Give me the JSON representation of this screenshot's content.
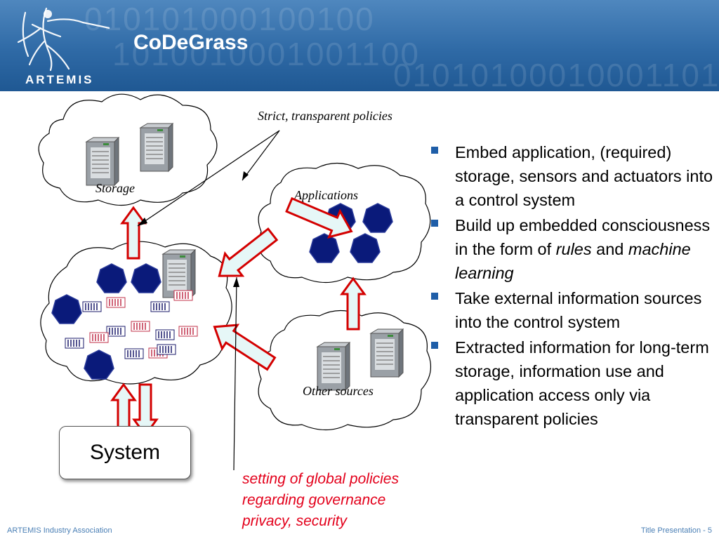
{
  "header": {
    "title": "CoDeGrass",
    "logo_text": "ARTEMIS",
    "bg_color": "#2f6aa6"
  },
  "diagram": {
    "clouds": {
      "storage_label": "Storage",
      "applications_label": "Applications",
      "other_sources_label": "Other sources"
    },
    "policies_caption": "Strict, transparent policies",
    "system_label": "System",
    "global_policies_note": "setting of global policies regarding governance privacy, security",
    "arrow_color": "#d40000",
    "hexagon_color": "#0a1a7a"
  },
  "bullets": [
    {
      "text": "Embed application, (required) storage, sensors and actuators into a control system"
    },
    {
      "text_before": "Build up embedded consciousness in the form of ",
      "em1": "rules",
      "text_mid": " and ",
      "em2": "machine learning"
    },
    {
      "text": "Take external information sources into the control system"
    },
    {
      "text": "Extracted information for long-term storage, information use and application access only via transparent policies"
    }
  ],
  "footer": {
    "left": "ARTEMIS Industry Association",
    "right": "Title Presentation -  5"
  }
}
